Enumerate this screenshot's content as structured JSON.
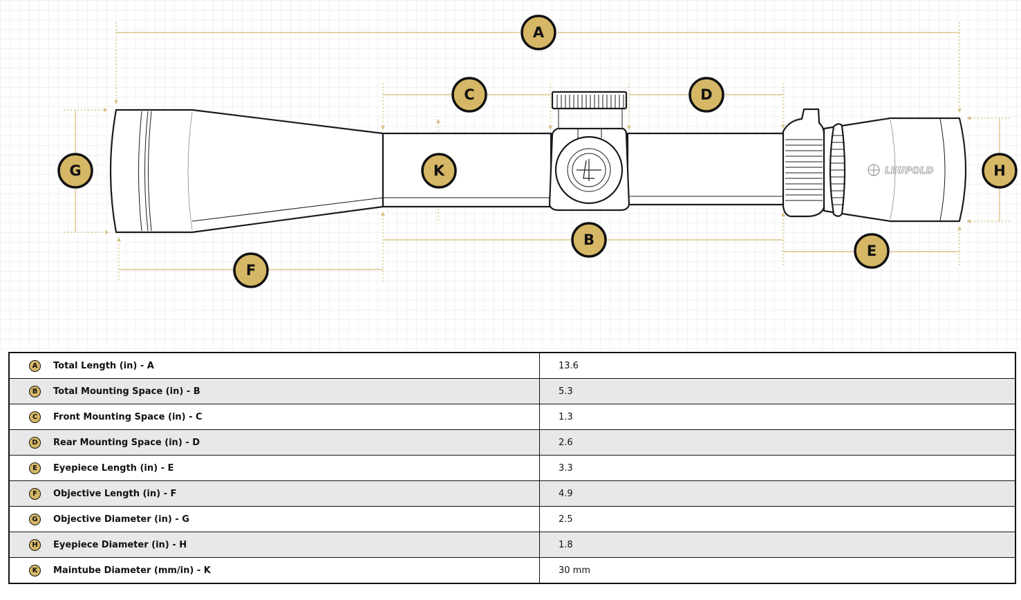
{
  "diagram": {
    "brand_text": "LEUPOLD",
    "callouts": {
      "A": "A",
      "B": "B",
      "C": "C",
      "D": "D",
      "E": "E",
      "F": "F",
      "G": "G",
      "H": "H",
      "K": "K"
    },
    "colors": {
      "accent_gold": "#d6b765",
      "dimension_line": "#d8c58a",
      "outline": "#1a1a1a"
    }
  },
  "specs": {
    "rows": [
      {
        "badge": "A",
        "label": "Total Length (in) - A",
        "value": "13.6"
      },
      {
        "badge": "B",
        "label": "Total Mounting Space (in) - B",
        "value": "5.3"
      },
      {
        "badge": "C",
        "label": "Front Mounting Space (in) - C",
        "value": "1.3"
      },
      {
        "badge": "D",
        "label": "Rear Mounting Space (in) - D",
        "value": "2.6"
      },
      {
        "badge": "E",
        "label": "Eyepiece Length (in) - E",
        "value": "3.3"
      },
      {
        "badge": "F",
        "label": "Objective Length (in) - F",
        "value": "4.9"
      },
      {
        "badge": "G",
        "label": "Objective Diameter (in) - G",
        "value": "2.5"
      },
      {
        "badge": "H",
        "label": "Eyepiece Diameter (in) - H",
        "value": "1.8"
      },
      {
        "badge": "K",
        "label": "Maintube Diameter (mm/in) - K",
        "value": "30 mm"
      }
    ]
  }
}
